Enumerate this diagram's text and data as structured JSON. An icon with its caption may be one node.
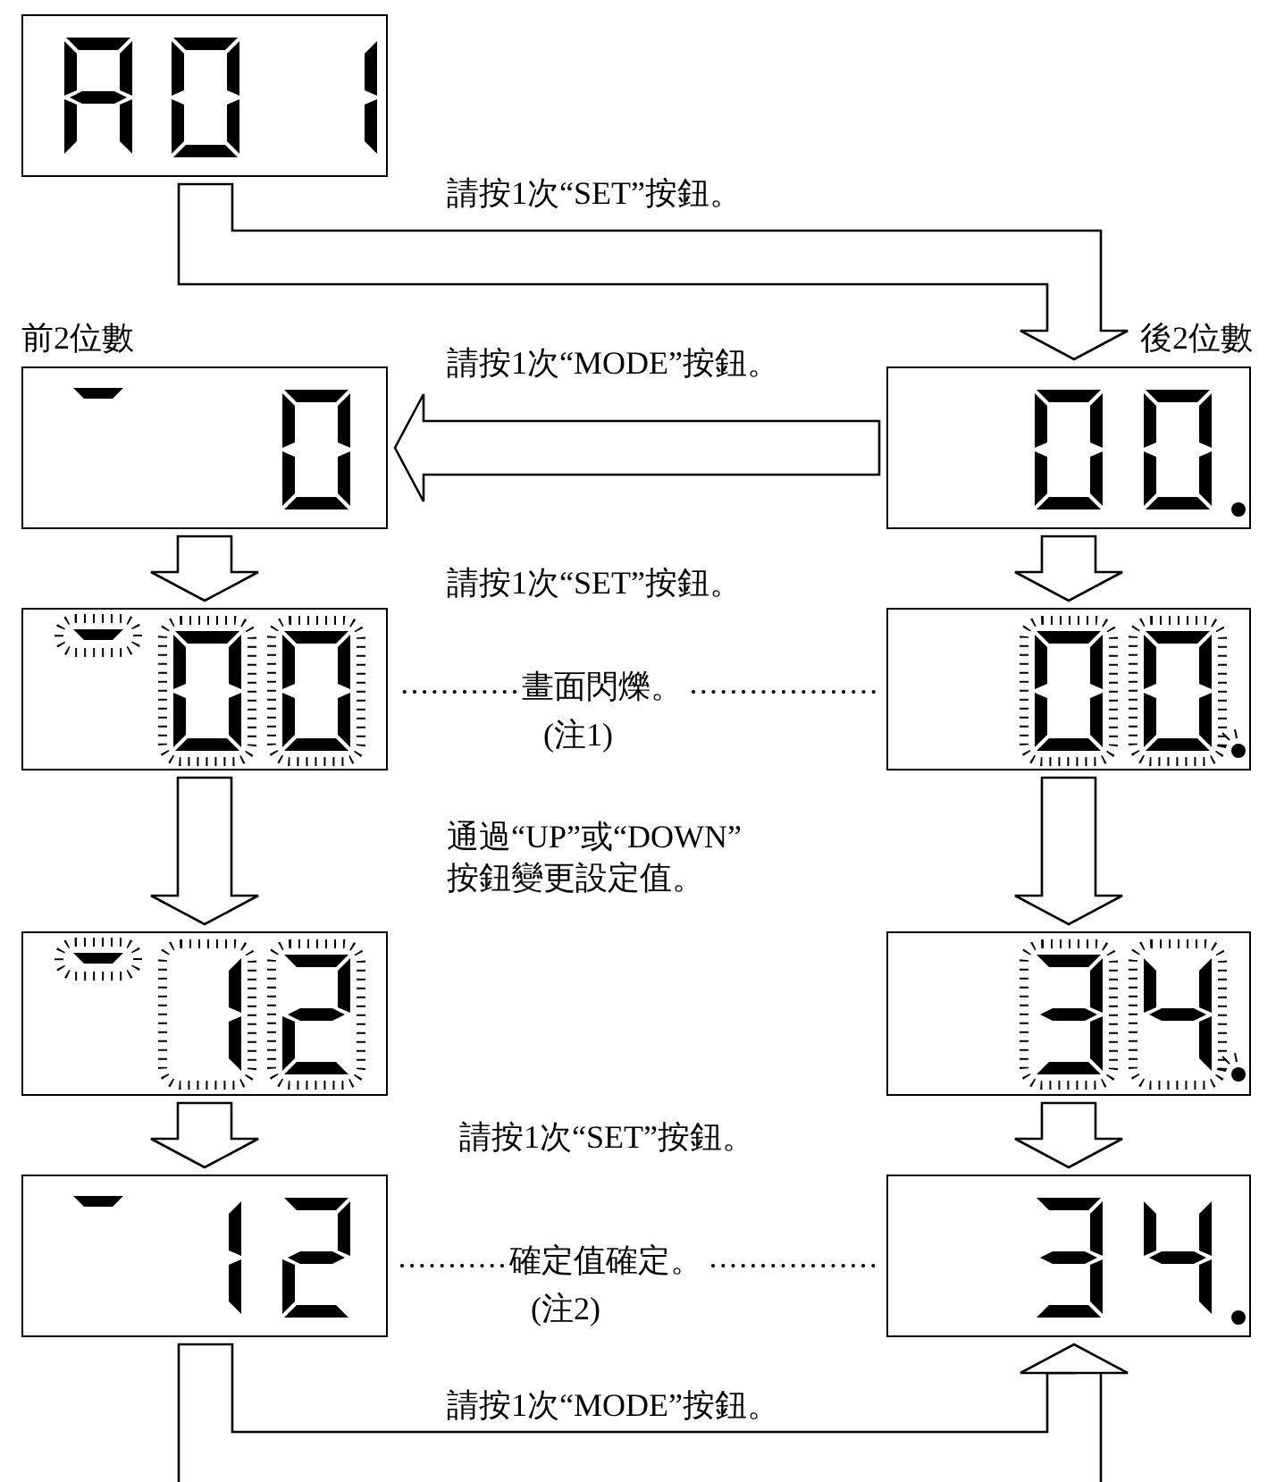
{
  "diagram": {
    "nodes": [
      {
        "text": [],
        "shape": "box"
      },
      {
        "text": [],
        "shape": "box",
        "beside": [
          "前2位數"
        ]
      },
      {
        "text": [],
        "shape": "box",
        "beside": [
          "後2位數"
        ]
      },
      {
        "text": [],
        "shape": "box"
      },
      {
        "text": [],
        "shape": "box"
      },
      {
        "text": [],
        "shape": "box"
      },
      {
        "text": [],
        "shape": "box"
      },
      {
        "text": [],
        "shape": "box"
      },
      {
        "text": [],
        "shape": "box"
      },
      {
        "text": [
          "畫面閃爍。",
          "(注1)"
        ]
      },
      {
        "text": [
          "確定值確定。",
          "(注2)"
        ]
      }
    ],
    "edges": [
      {
        "from": 0,
        "to": 2,
        "arrow": "to",
        "label": "請按1次“SET”按鈕。"
      },
      {
        "from": 2,
        "to": 1,
        "arrow": "to",
        "label": "請按1次“MODE”按鈕。"
      },
      {
        "from": 1,
        "to": 3,
        "arrow": "to"
      },
      {
        "from": 2,
        "to": 4,
        "arrow": "to"
      },
      {
        "from": 3,
        "to": 5,
        "arrow": "to"
      },
      {
        "from": 4,
        "to": 6,
        "arrow": "to"
      },
      {
        "from": 5,
        "to": 7,
        "arrow": "to"
      },
      {
        "from": 6,
        "to": 8,
        "arrow": "to"
      },
      {
        "from": 7,
        "to": 8,
        "arrow": "to",
        "label": "請按1次“MODE”按鈕。"
      },
      {
        "from": 9,
        "to": 3,
        "arrow": "none",
        "style": "dashed"
      },
      {
        "from": 9,
        "to": 4,
        "arrow": "none",
        "style": "dashed"
      },
      {
        "from": 10,
        "to": 7,
        "arrow": "none",
        "style": "dashed"
      },
      {
        "from": 10,
        "to": 8,
        "arrow": "none",
        "style": "dashed"
      }
    ],
    "labels": [
      "請按1次“SET”按鈕。",
      "通過“UP”或“DOWN”按鈕變更設定值。",
      "請按1次“SET”按鈕。"
    ]
  }
}
